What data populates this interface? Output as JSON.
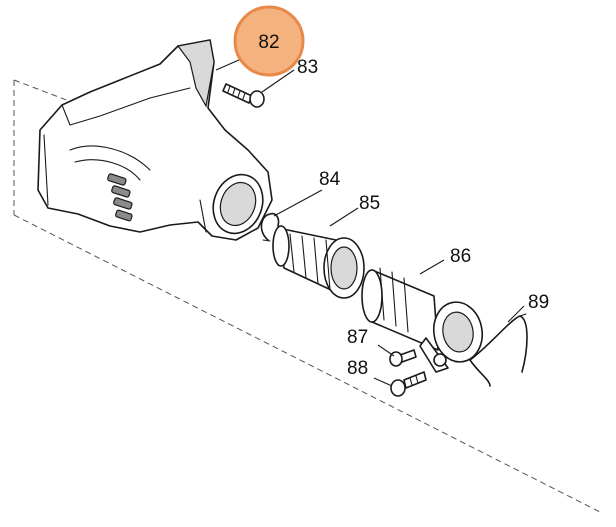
{
  "highlight_color": "#f3b27e",
  "highlight_border": "#e8894a",
  "parts": [
    {
      "id": "p82",
      "number": "82",
      "highlighted": true
    },
    {
      "id": "p83",
      "number": "83",
      "highlighted": false
    },
    {
      "id": "p84",
      "number": "84",
      "highlighted": false
    },
    {
      "id": "p85",
      "number": "85",
      "highlighted": false
    },
    {
      "id": "p86",
      "number": "86",
      "highlighted": false
    },
    {
      "id": "p87",
      "number": "87",
      "highlighted": false
    },
    {
      "id": "p88",
      "number": "88",
      "highlighted": false
    },
    {
      "id": "p89",
      "number": "89",
      "highlighted": false
    }
  ]
}
